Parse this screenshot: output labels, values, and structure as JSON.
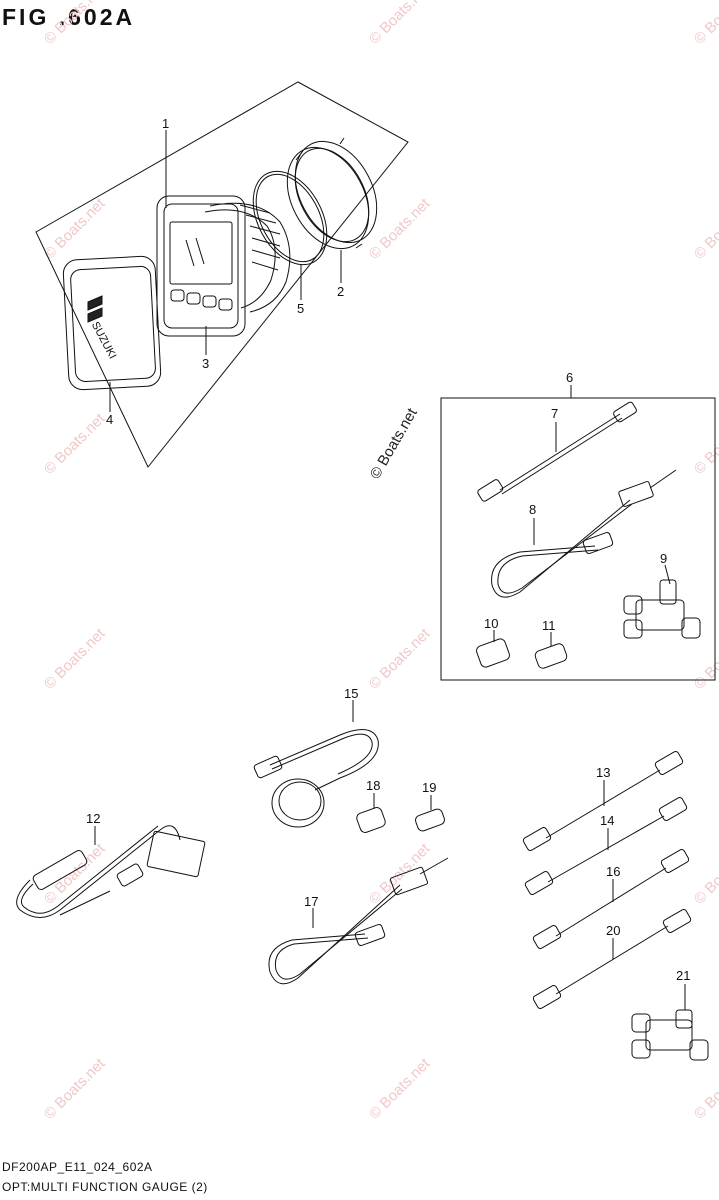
{
  "figure": {
    "title": "FIG .602A",
    "code": "DF200AP_E11_024_602A",
    "subtitle": "OPT:MULTI FUNCTION GAUGE (2)"
  },
  "watermark": {
    "text": "© Boats.net"
  },
  "callouts": [
    "1",
    "2",
    "3",
    "4",
    "5",
    "6",
    "7",
    "8",
    "9",
    "10",
    "11",
    "12",
    "13",
    "14",
    "15",
    "16",
    "17",
    "18",
    "19",
    "20",
    "21"
  ],
  "logo_text": "SUZUKI"
}
